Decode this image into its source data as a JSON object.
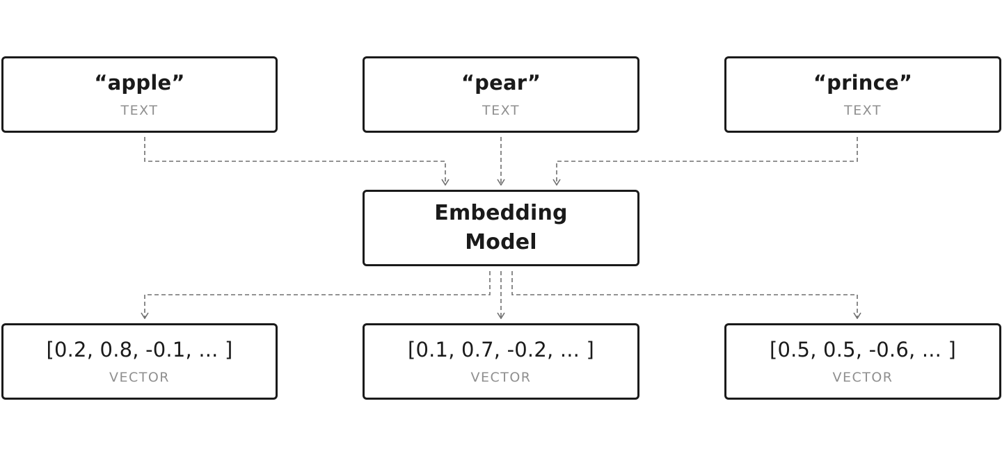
{
  "inputs": [
    {
      "label": "“apple”",
      "kind": "TEXT"
    },
    {
      "label": "“pear”",
      "kind": "TEXT"
    },
    {
      "label": "“prince”",
      "kind": "TEXT"
    }
  ],
  "model": {
    "line1": "Embedding",
    "line2": "Model"
  },
  "outputs": [
    {
      "label": "[0.2, 0.8, -0.1, ... ]",
      "kind": "VECTOR"
    },
    {
      "label": "[0.1, 0.7, -0.2, ... ]",
      "kind": "VECTOR"
    },
    {
      "label": "[0.5, 0.5, -0.6, ... ]",
      "kind": "VECTOR"
    }
  ],
  "colors": {
    "border": "#1a1a1a",
    "secondary_text": "#8f8f8f",
    "connector": "#6e6e6e"
  }
}
